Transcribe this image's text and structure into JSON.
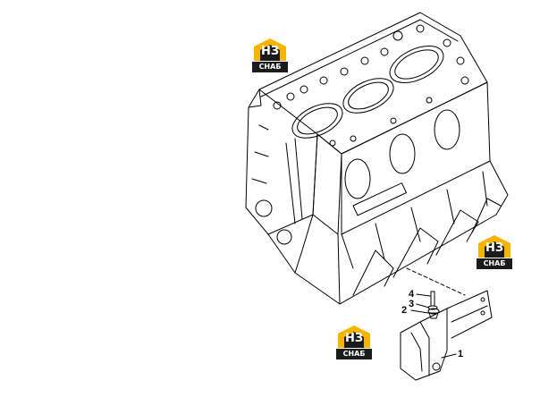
{
  "logo": {
    "mark": "НЗ",
    "caption": "СНАБ",
    "colors": {
      "accent": "#f5b400",
      "band": "#1b1b1b"
    }
  },
  "callouts": [
    {
      "id": "4",
      "label": "4"
    },
    {
      "id": "3",
      "label": "3"
    },
    {
      "id": "2",
      "label": "2"
    },
    {
      "id": "1",
      "label": "1"
    }
  ]
}
